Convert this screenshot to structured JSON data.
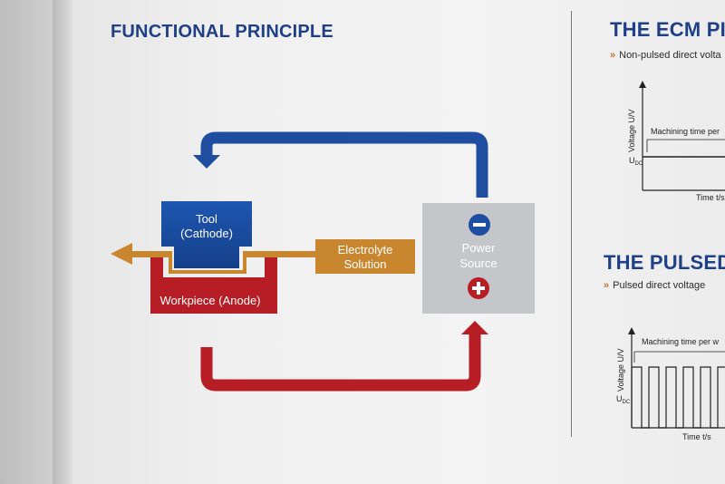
{
  "poster": {
    "title": "FUNCTIONAL PRINCIPLE"
  },
  "diagram": {
    "tool_line1": "Tool",
    "tool_line2": "(Cathode)",
    "workpiece_label": "Workpiece (Anode)",
    "electrolyte_line1": "Electrolyte",
    "electrolyte_line2": "Solution",
    "power_line1": "Power",
    "power_line2": "Source",
    "minus_symbol": "−",
    "plus_symbol": "+"
  },
  "colors": {
    "blue": "#1f4ea0",
    "red": "#b71d25",
    "orange": "#c8862e",
    "grey_box": "#c4c6c9",
    "title_blue": "#1f3f86"
  },
  "ecm_section": {
    "title": "THE ECM PI",
    "subtitle_marker": "»",
    "subtitle": "Non-pulsed direct volta",
    "ylabel": "Voltage U/V",
    "xlabel": "Time t/s",
    "annotation": "Machining time per",
    "level_label": "U",
    "level_sub": "DC"
  },
  "pulsed_section": {
    "title": "THE PULSED",
    "subtitle_marker": "»",
    "subtitle": "Pulsed direct voltage",
    "ylabel": "Voltage U/V",
    "xlabel": "Time t/s",
    "annotation": "Machining time per w",
    "level_label": "U",
    "level_sub": "DC"
  }
}
